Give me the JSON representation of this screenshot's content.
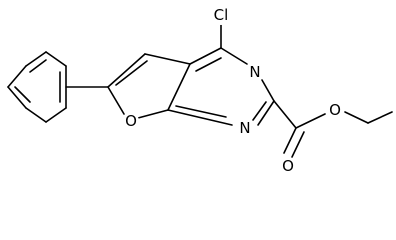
{
  "molecule": {
    "atoms": {
      "cl": "Cl",
      "n_upper": "N",
      "n_lower": "N",
      "o_furan": "O",
      "o_ester": "O",
      "o_carbonyl": "O"
    },
    "colors": {
      "bond": "#000000",
      "label": "#000000",
      "background": "#ffffff"
    }
  }
}
